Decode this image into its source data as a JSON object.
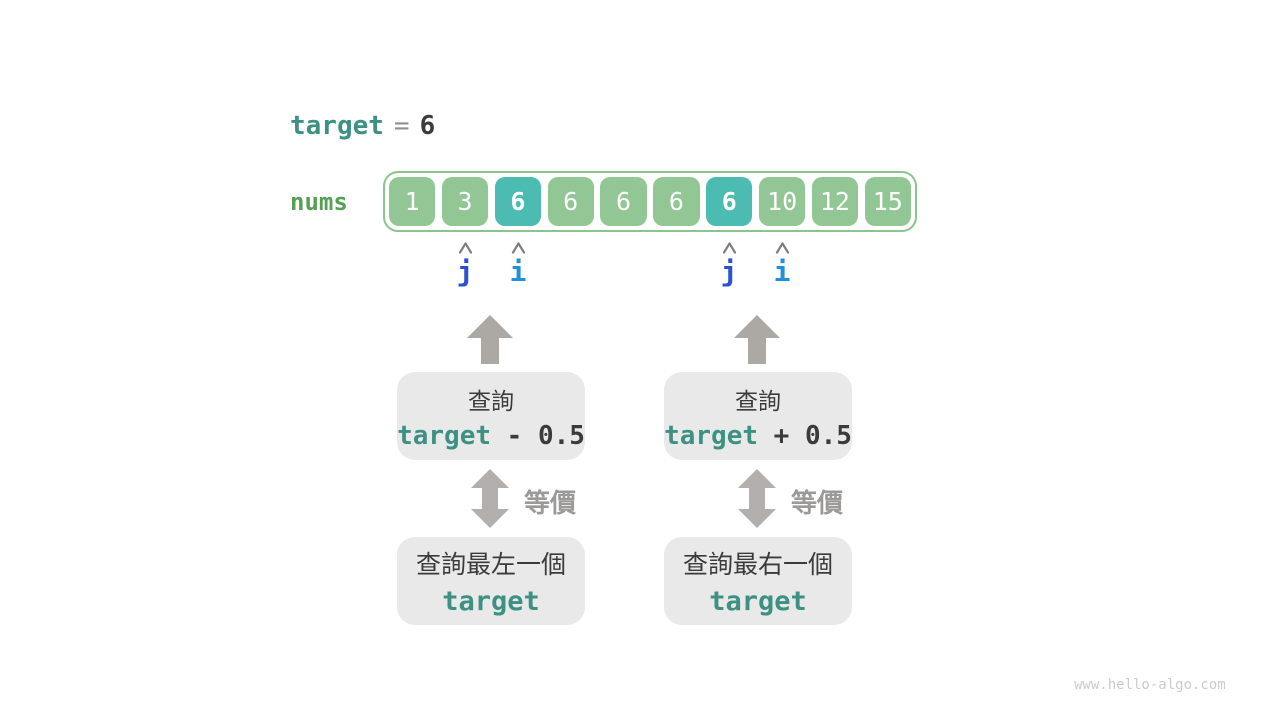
{
  "title": {
    "var": "target",
    "eq": "=",
    "value": "6"
  },
  "array": {
    "label": "nums",
    "cells": [
      {
        "value": "1",
        "highlight": false
      },
      {
        "value": "3",
        "highlight": false
      },
      {
        "value": "6",
        "highlight": true
      },
      {
        "value": "6",
        "highlight": false
      },
      {
        "value": "6",
        "highlight": false
      },
      {
        "value": "6",
        "highlight": false
      },
      {
        "value": "6",
        "highlight": true
      },
      {
        "value": "10",
        "highlight": false
      },
      {
        "value": "12",
        "highlight": false
      },
      {
        "value": "15",
        "highlight": false
      }
    ]
  },
  "pointers": [
    {
      "name": "j",
      "points_to_cell": 1
    },
    {
      "name": "i",
      "points_to_cell": 2
    },
    {
      "name": "j",
      "points_to_cell": 6
    },
    {
      "name": "i",
      "points_to_cell": 7
    }
  ],
  "flow": {
    "left": {
      "query_title": "查詢",
      "query_var": "target",
      "query_op": " - 0.5",
      "equiv": "等價",
      "result_title": "查詢最左一個",
      "result_var": "target"
    },
    "right": {
      "query_title": "查詢",
      "query_var": "target",
      "query_op": " + 0.5",
      "equiv": "等價",
      "result_title": "查詢最右一個",
      "result_var": "target"
    }
  },
  "watermark": "www.hello-algo.com",
  "colors": {
    "cell_green": "#92C694",
    "cell_teal": "#4CBBB1",
    "array_border": "#8BC48D",
    "nums_green": "#56A056",
    "target_teal": "#3D9183",
    "pointer_j_blue": "#2B50D2",
    "pointer_i_blue": "#2090DB",
    "arrow_gray": "#ACA8A4",
    "box_gray": "#E9E9E9",
    "text_dark": "#3b3b3b",
    "equiv_gray": "#9C9A98"
  }
}
